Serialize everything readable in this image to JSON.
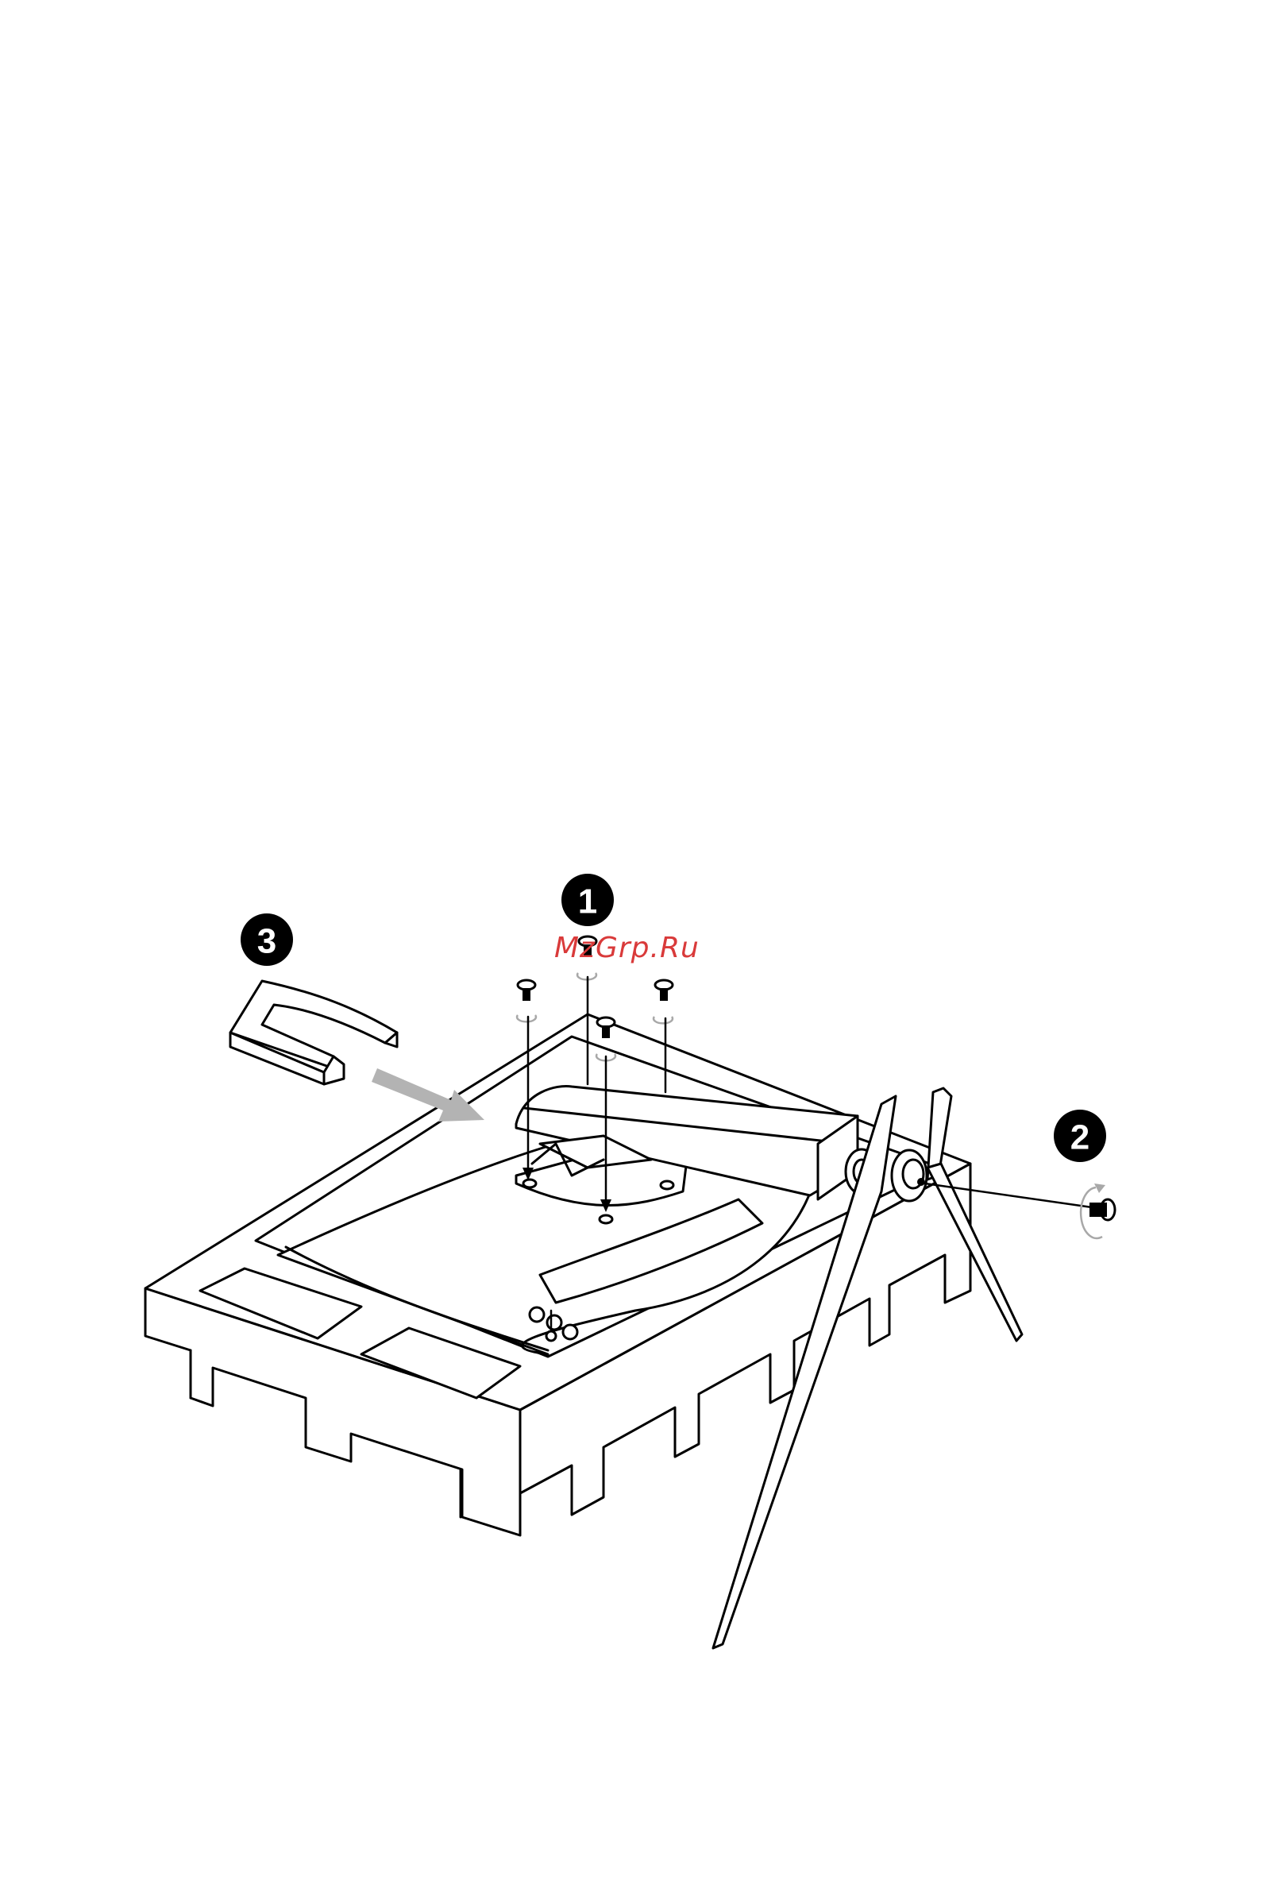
{
  "steps": [
    {
      "number": "1"
    },
    {
      "number": "2"
    },
    {
      "number": "3"
    }
  ],
  "watermark": "MzGrp.Ru",
  "colors": {
    "line": "#000000",
    "arrow": "#b3b3b3",
    "rotation_arrow": "#a8a8a8",
    "watermark": "#d93a3a"
  }
}
